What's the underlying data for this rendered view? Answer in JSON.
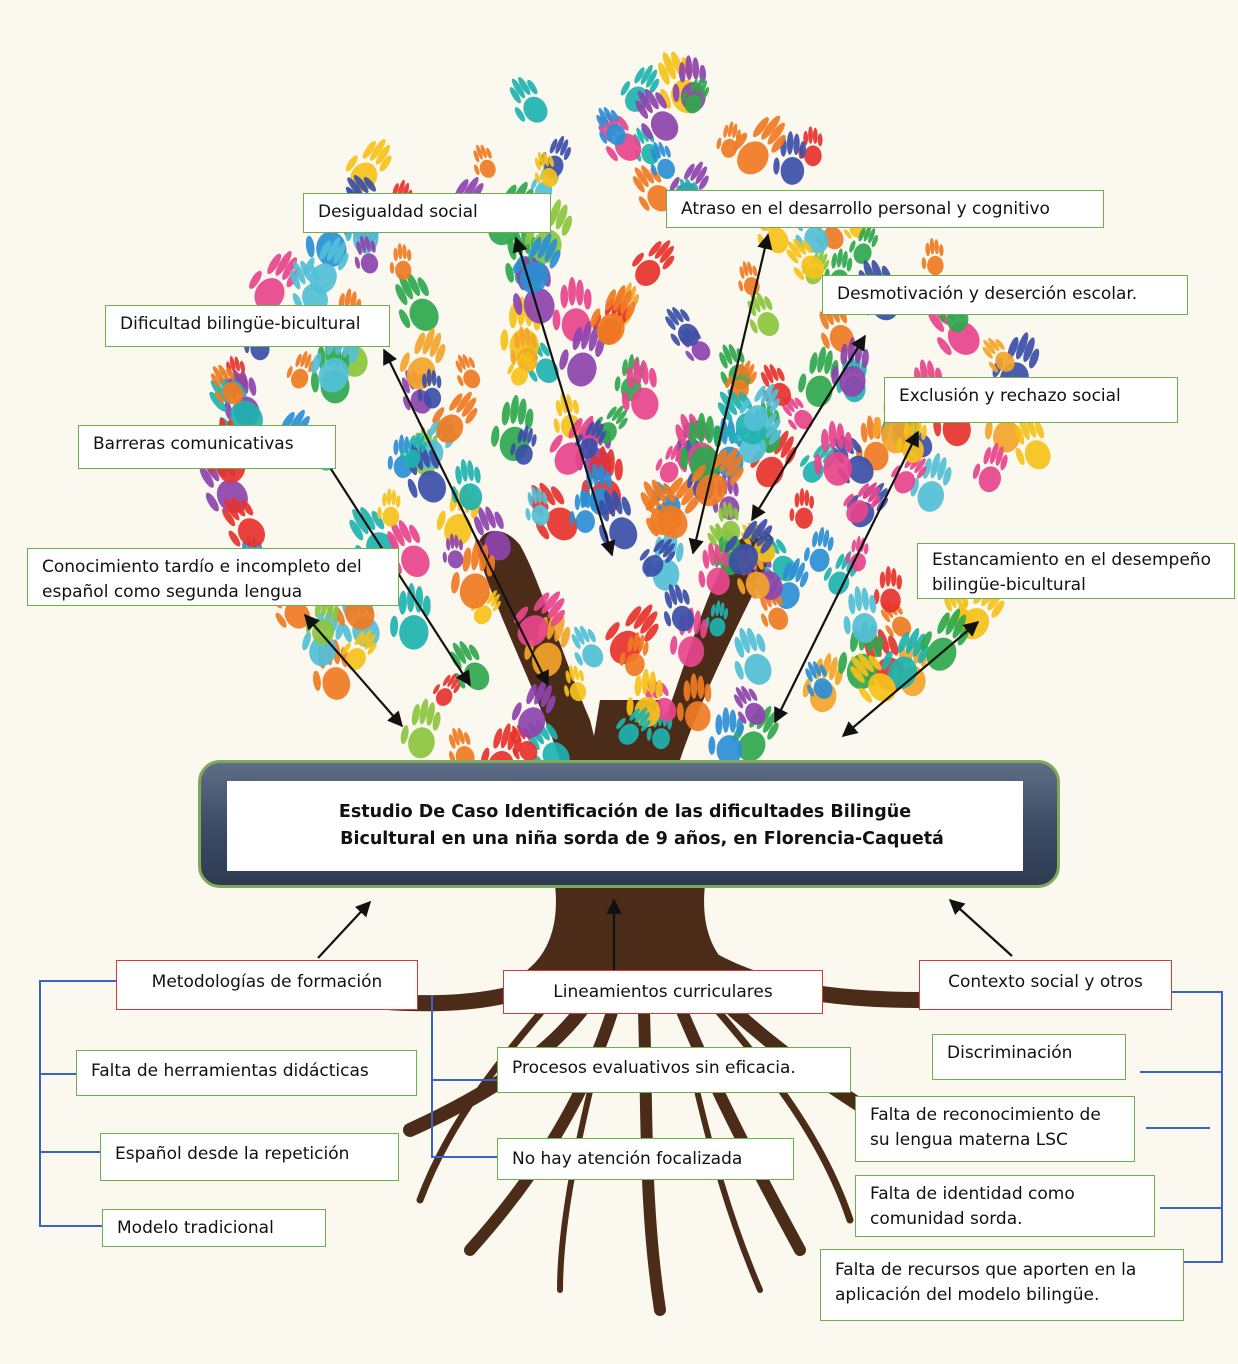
{
  "title": {
    "line1": "Estudio De Caso Identificación de las dificultades Bilingüe",
    "line2": "Bicultural en una niña sorda de 9 años, en Florencia-Caquetá"
  },
  "consequences": [
    "Desigualdad social",
    "Atraso en el desarrollo personal y cognitivo",
    "Dificultad bilingüe-bicultural",
    "Desmotivación y deserción escolar.",
    "Exclusión y rechazo social",
    "Barreras comunicativas",
    "Conocimiento tardío e incompleto del español como segunda lengua",
    "Estancamiento en el desempeño bilingüe-bicultural"
  ],
  "causes": {
    "left": {
      "title": "Metodologías de formación",
      "items": [
        "Falta de herramientas didácticas",
        "Español desde la repetición",
        "Modelo tradicional"
      ]
    },
    "center": {
      "title": "Lineamientos curriculares",
      "items": [
        "Procesos evaluativos sin eficacia.",
        "No hay atención focalizada"
      ]
    },
    "right": {
      "title": "Contexto social y otros",
      "items": [
        "Discriminación",
        "Falta de reconocimiento de su lengua materna LSC",
        "Falta de identidad como comunidad sorda.",
        "Falta de recursos que aporten en la aplicación del modelo bilingüe."
      ]
    }
  },
  "colors": {
    "trunk": "#4a2c18",
    "box_border_effects": "#6bb04a",
    "box_border_causes": "#d83a3a",
    "bracket": "#3a63c8",
    "arrow": "#111111"
  }
}
